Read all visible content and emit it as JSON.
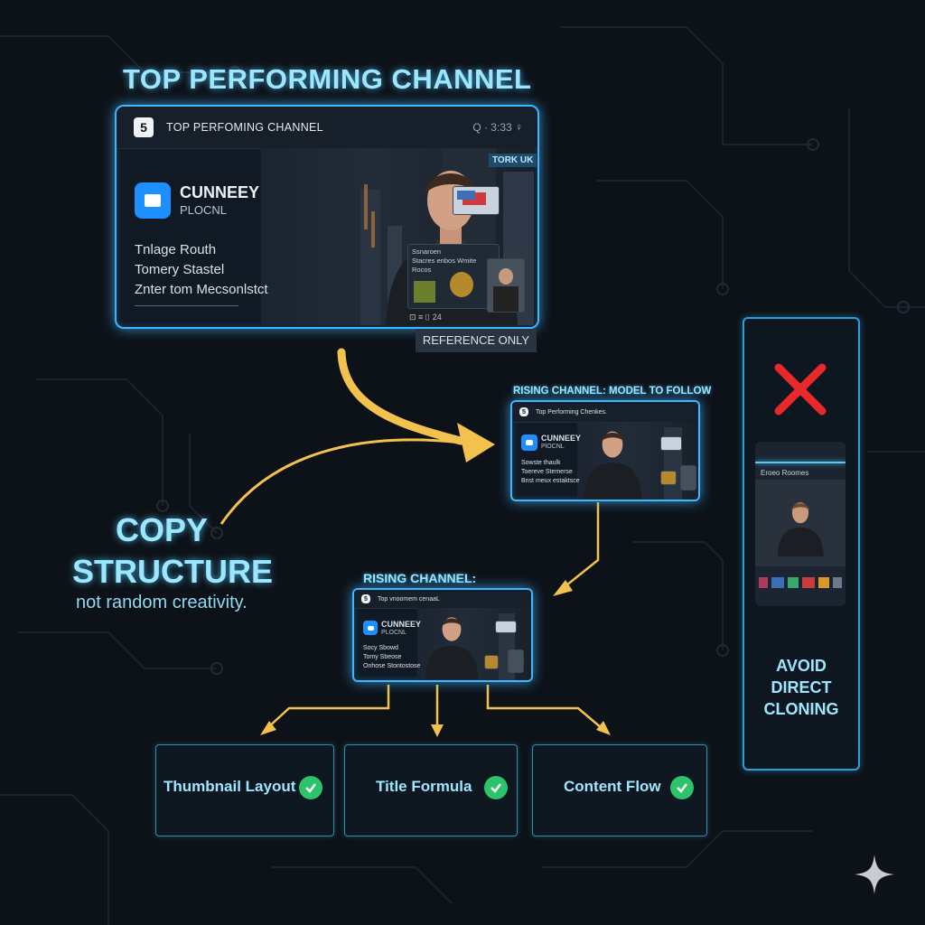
{
  "heading": {
    "text": "TOP PERFORMING CHANNEL"
  },
  "top_card": {
    "header_logo": "5",
    "header_title": "TOP PERFOMING CHANNEL",
    "header_right": "Q · 3:33 ♀",
    "brand_name": "CUNNEEY",
    "brand_sub": "PLOCNL",
    "lines": [
      "Tnlage Routh",
      "Tomery Stastel",
      "Znter tom Mecsonlstct"
    ],
    "tag": "TORK UK",
    "thumb_text": [
      "Ssnaroen",
      "Stacres enbos Wmite",
      "Rocos"
    ],
    "footer": "⊡ ≡ ⌷ 24"
  },
  "reference_label": "REFERENCE ONLY",
  "copy": {
    "line1": "COPY",
    "line2": "STRUCTURE",
    "sub": "not random creativity."
  },
  "mid_card": {
    "label": "RISING CHANNEL: MODEL TO FOLLOW",
    "header_logo": "5",
    "header_title": "Top Performing Chenkes.",
    "brand_name": "CUNNEEY",
    "brand_sub": "PlOCNL",
    "lines": [
      "Sowste thaulk",
      "Toereve Stemerse",
      "Bnst meux estaktsce"
    ]
  },
  "low_card": {
    "label": "RISING CHANNEL:",
    "header_logo": "5",
    "header_title": "Top vnoomem cenaaL",
    "brand_name": "CUNNEEY",
    "brand_sub": "PLOCNL",
    "lines": [
      "Socy Sbowd",
      "Tomy Sbeose",
      "Onhose Stontostose"
    ]
  },
  "avoid": {
    "phone_text": "Eroeo Roomes",
    "line1": "AVOID",
    "line2": "DIRECT",
    "line3": "CLONING"
  },
  "checks": [
    {
      "label": "Thumbnail Layout"
    },
    {
      "label": "Title Formula"
    },
    {
      "label": "Content Flow"
    }
  ],
  "colors": {
    "accent": "#3fb6ff",
    "arrow": "#f2c14e",
    "check": "#2cc36b",
    "cross": "#e8282b"
  }
}
